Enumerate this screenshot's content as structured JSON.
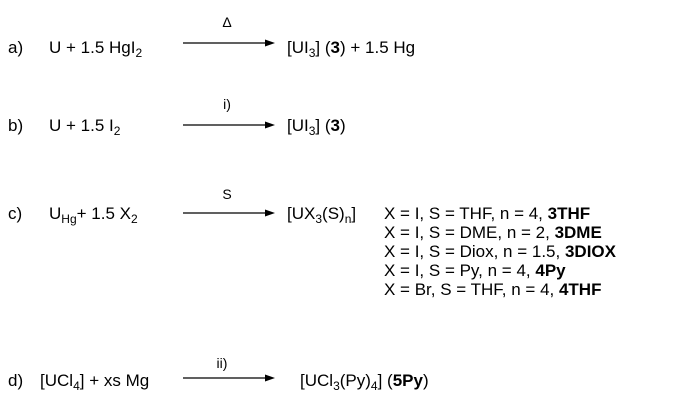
{
  "reactions": [
    {
      "label": "a)",
      "reactant_parts": [
        "U + 1.5 HgI",
        "2"
      ],
      "condition": "Δ",
      "product_parts": [
        "[UI",
        "3",
        "] (",
        "3",
        ") + 1.5 Hg"
      ]
    },
    {
      "label": "b)",
      "reactant_parts": [
        "U + 1.5 I",
        "2"
      ],
      "condition": "i)",
      "product_parts": [
        "[UI",
        "3",
        "] (",
        "3",
        ")"
      ]
    },
    {
      "label": "c)",
      "reactant_parts": [
        "U",
        "Hg",
        "+ 1.5 X",
        "2"
      ],
      "condition": "S",
      "product_parts": [
        "[UX",
        "3",
        "(S)",
        "n",
        "]"
      ],
      "variants": [
        {
          "text": "X = I, S = THF, n = 4, ",
          "code": "3THF"
        },
        {
          "text": "X = I, S = DME, n = 2, ",
          "code": "3DME"
        },
        {
          "text": "X = I, S = Diox, n = 1.5, ",
          "code": "3DIOX"
        },
        {
          "text": "X = I, S = Py, n = 4, ",
          "code": "4Py"
        },
        {
          "text": "X = Br, S = THF, n = 4, ",
          "code": "4THF"
        }
      ]
    },
    {
      "label": "d)",
      "reactant_parts": [
        "[UCl",
        "4",
        "] + xs Mg"
      ],
      "condition": "ii)",
      "product_parts": [
        "[UCl",
        "3",
        "(Py)",
        "4",
        "] (",
        "5Py",
        ")"
      ]
    }
  ]
}
